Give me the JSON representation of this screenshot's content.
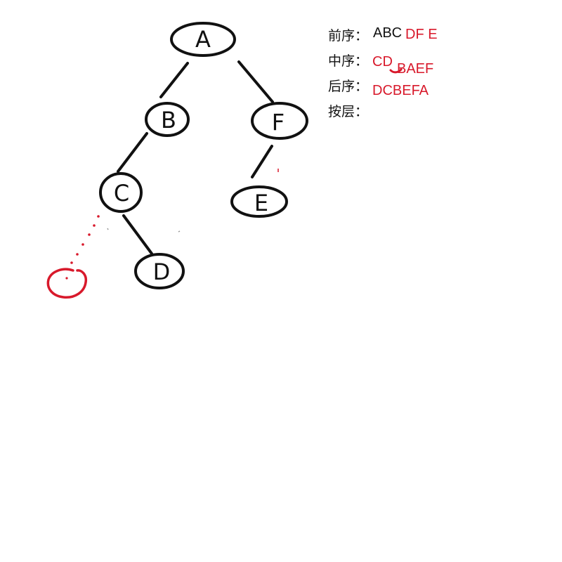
{
  "tree": {
    "nodes": [
      {
        "id": "A",
        "label": "A"
      },
      {
        "id": "B",
        "label": "B"
      },
      {
        "id": "F",
        "label": "F"
      },
      {
        "id": "C",
        "label": "C"
      },
      {
        "id": "E",
        "label": "E"
      },
      {
        "id": "D",
        "label": "D"
      }
    ],
    "edges": [
      [
        "A",
        "B"
      ],
      [
        "A",
        "F"
      ],
      [
        "B",
        "C"
      ],
      [
        "F",
        "E"
      ],
      [
        "C",
        "D"
      ]
    ],
    "empty_left_child_of": "C",
    "colors": {
      "stroke": "#111111",
      "annotation": "#d8192b"
    }
  },
  "traversals": {
    "preorder": {
      "label": "前序：",
      "given": "ABC",
      "answer": "DF E"
    },
    "inorder": {
      "label": "中序：",
      "answer_prefix": "CD",
      "answer_suffix": "BAEF"
    },
    "postorder": {
      "label": "后序：",
      "answer": "DCBEFA"
    },
    "levelorder": {
      "label": "按层："
    }
  }
}
